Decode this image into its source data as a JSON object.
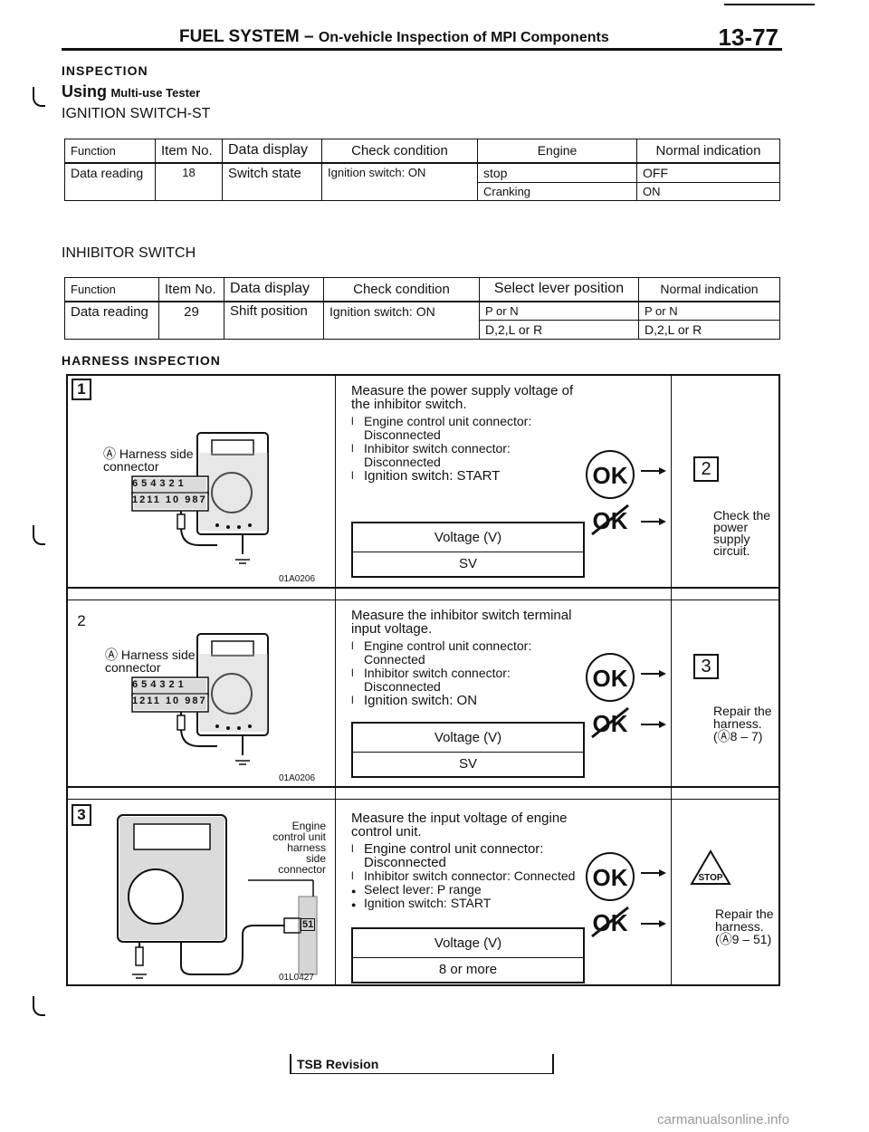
{
  "header": {
    "section": "FUEL SYSTEM",
    "dash": "–",
    "subtitle": "On-vehicle Inspection of MPI Components",
    "page": "13-77"
  },
  "inspection": {
    "heading": "INSPECTION",
    "using_word": "Using",
    "using_rest": "Multi-use Tester",
    "ignition_title": "IGNITION SWITCH-ST",
    "inhibitor_title": "INHIBITOR SWITCH"
  },
  "table1": {
    "headers": [
      "Function",
      "Item No.",
      "Data display",
      "Check condition",
      "Engine",
      "Normal indication"
    ],
    "function": "Data reading",
    "item_no": "18",
    "display": "Switch state",
    "condition": "Ignition switch: ON",
    "rows": [
      {
        "state": "stop",
        "normal": "OFF"
      },
      {
        "state": "Cranking",
        "normal": "ON"
      }
    ]
  },
  "table2": {
    "headers": [
      "Function",
      "Item No.",
      "Data display",
      "Check condition",
      "Select lever position",
      "Normal indication"
    ],
    "function": "Data reading",
    "item_no": "29",
    "display": "Shift position",
    "condition": "Ignition switch: ON",
    "rows": [
      {
        "state": "P or N",
        "normal": "P or N"
      },
      {
        "state": "D,2,L or R",
        "normal": "D,2,L or R"
      }
    ]
  },
  "harness": {
    "heading": "HARNESS INSPECTION",
    "steps": [
      {
        "num": "1",
        "harness_label": "Harness side connector",
        "pins_top": "654321",
        "pins_bottom": "1211 10 987",
        "figure_code": "01A0206",
        "title": "Measure the power supply voltage of the inhibitor switch.",
        "bullets": [
          "Engine control unit connector: Disconnected",
          "Inhibitor switch connector: Disconnected",
          "Ignition switch: START"
        ],
        "voltage_header": "Voltage (V)",
        "voltage_value": "SV",
        "ok": "OK",
        "ok_next": "2",
        "ng_text": "Check the power supply circuit."
      },
      {
        "num": "2",
        "harness_label": "Harness side connector",
        "pins_top": "654321",
        "pins_bottom": "1211 10 987",
        "figure_code": "01A0206",
        "title": "Measure the inhibitor switch terminal input voltage.",
        "bullets": [
          "Engine control unit connector: Connected",
          "Inhibitor switch connector: Disconnected",
          "Ignition switch: ON"
        ],
        "voltage_header": "Voltage (V)",
        "voltage_value": "SV",
        "ok": "OK",
        "ok_next": "3",
        "ng_text": "Repair the harness.",
        "ng_ref": "(Ⓐ8 – 7)"
      },
      {
        "num": "3",
        "harness_label": "Engine control unit harness side connector",
        "pin": "51",
        "figure_code": "01L0427",
        "title": "Measure the input voltage of engine control unit.",
        "bullets": [
          "Engine control unit connector: Disconnected",
          "Inhibitor switch connector: Connected",
          "Select lever: P range",
          "Ignition switch: START"
        ],
        "voltage_header": "Voltage (V)",
        "voltage_value": "8 or more",
        "ok": "OK",
        "ok_next": "STOP",
        "ng_text": "Repair the harness.",
        "ng_ref": "(Ⓐ9 – 51)"
      }
    ]
  },
  "footer": {
    "tsb": "TSB Revision",
    "watermark": "carmanualsonline.info"
  }
}
